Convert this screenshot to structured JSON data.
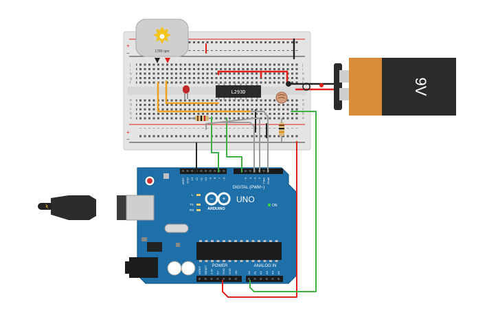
{
  "motor": {
    "rpm_label": "1780 rpm"
  },
  "ic": {
    "label": "L293D"
  },
  "battery": {
    "label": "9V"
  },
  "arduino": {
    "brand": "ARDUINO",
    "model": "UNO",
    "on_label": "ON",
    "digital_label": "DIGITAL (PWM~)",
    "power_label": "POWER",
    "analog_label": "ANALOG IN",
    "led_l": "L",
    "led_tx": "TX",
    "led_rx": "RX",
    "top_pins": [
      "AREF",
      "GND",
      "13",
      "12",
      "~11",
      "~10",
      "~9",
      "8",
      "7",
      "~6",
      "~5",
      "4",
      "~3",
      "2",
      "TX▸1",
      "RX◂0"
    ],
    "power_pins": [
      "IOREF",
      "RESET",
      "3.3V",
      "5V",
      "GND",
      "GND",
      "Vin"
    ],
    "analog_pins": [
      "A0",
      "A1",
      "A2",
      "A3",
      "A4",
      "A5"
    ]
  },
  "breadboard": {
    "row_letters": [
      "j",
      "i",
      "h",
      "g",
      "f",
      "e",
      "d",
      "c",
      "b",
      "a"
    ],
    "plus": "+",
    "minus": "−"
  },
  "colors": {
    "board_blue": "#1f6fa8",
    "breadboard": "#e6e6e6",
    "battery_orange": "#d98b3a",
    "battery_black": "#2b2b2b",
    "wire_red": "#e0201b",
    "wire_green": "#3cb043",
    "wire_orange": "#f0a020",
    "wire_gray": "#9a9a9a",
    "wire_black": "#222222"
  }
}
